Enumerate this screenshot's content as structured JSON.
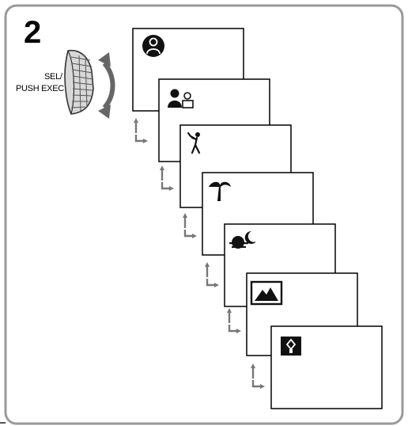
{
  "diagram": {
    "step_number": "2",
    "dial_label_line1": "SEL/",
    "dial_label_line2": "PUSH EXEC",
    "screens": [
      {
        "icon": "auto-person-icon"
      },
      {
        "icon": "portrait-icon"
      },
      {
        "icon": "sports-golfer-icon"
      },
      {
        "icon": "beach-palm-icon"
      },
      {
        "icon": "sunset-moon-icon"
      },
      {
        "icon": "landscape-mountain-icon"
      },
      {
        "icon": "spotlight-icon"
      }
    ]
  }
}
